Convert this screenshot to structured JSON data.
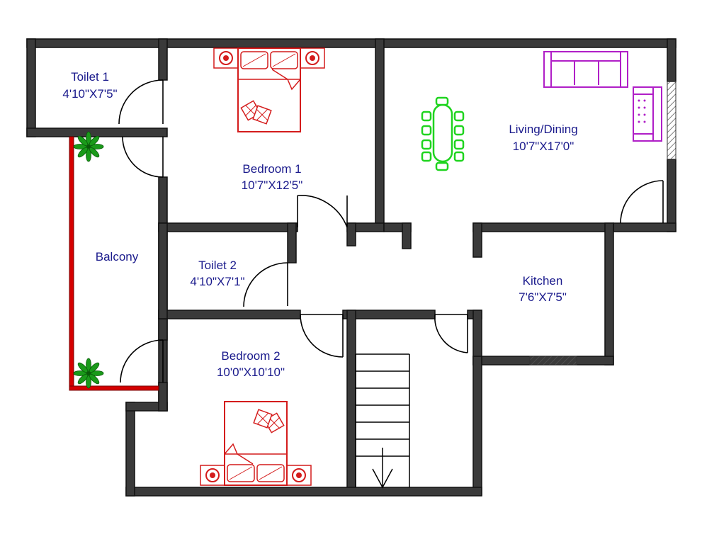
{
  "colors": {
    "label": "#1a1a8c",
    "wall": "#3a3a3a",
    "bed": "#d41c1c",
    "table": "#1fd41f",
    "sofa": "#b01fc7",
    "railing": "#d40000",
    "plant": "#1a9a1a"
  },
  "rooms": {
    "toilet1": {
      "name": "Toilet 1",
      "size": "4'10\"X7'5\""
    },
    "bedroom1": {
      "name": "Bedroom 1",
      "size": "10'7\"X12'5\""
    },
    "living": {
      "name": "Living/Dining",
      "size": "10'7\"X17'0\""
    },
    "balcony": {
      "name": "Balcony"
    },
    "toilet2": {
      "name": "Toilet 2",
      "size": "4'10\"X7'1\""
    },
    "kitchen": {
      "name": "Kitchen",
      "size": "7'6\"X7'5\""
    },
    "bedroom2": {
      "name": "Bedroom 2",
      "size": "10'0\"X10'10\""
    }
  },
  "icons": [
    "bed-icon",
    "dining-table-icon",
    "sofa-icon",
    "armchair-icon",
    "plant-icon",
    "stairs-icon",
    "door-swing-icon",
    "window-icon"
  ]
}
